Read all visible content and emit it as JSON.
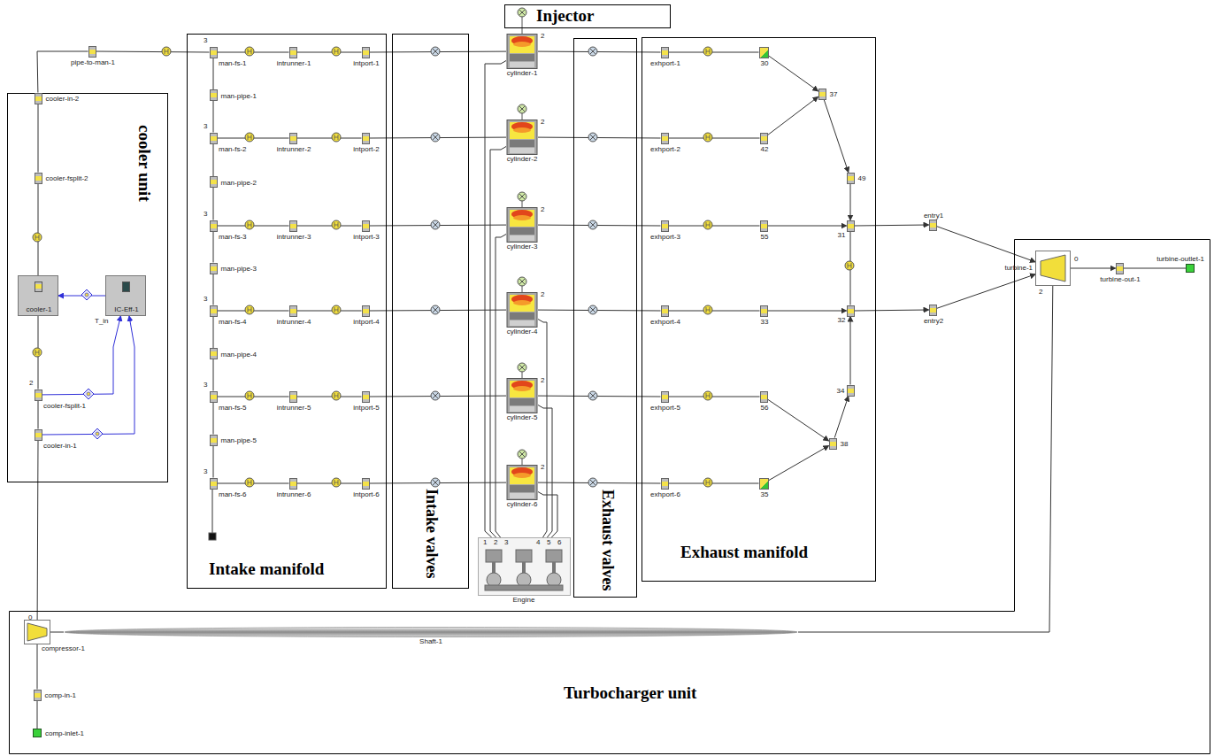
{
  "diagram": {
    "nodes": [
      {
        "text": [
          "cooler unit"
        ]
      },
      {
        "text": [
          "cooler-in-2"
        ],
        "in": 0
      },
      {
        "text": [
          "cooler-fsplit-2"
        ],
        "in": 0
      },
      {
        "text": [
          "cooler-1"
        ],
        "in": 0
      },
      {
        "text": [
          "IC-Eff-1"
        ],
        "in": 0
      },
      {
        "text": [
          "cooler-fsplit-1"
        ],
        "in": 0
      },
      {
        "text": [
          "cooler-in-1"
        ],
        "in": 0
      },
      {
        "text": [
          "pipe-to-man-1"
        ]
      },
      {
        "text": [
          "Intake manifold"
        ]
      },
      {
        "text": [
          "man-fs-1"
        ],
        "in": 8
      },
      {
        "text": [
          "intrunner-1"
        ],
        "in": 8
      },
      {
        "text": [
          "intport-1"
        ],
        "in": 8
      },
      {
        "text": [
          "man-pipe-1"
        ],
        "in": 8
      },
      {
        "text": [
          "man-fs-2"
        ],
        "in": 8
      },
      {
        "text": [
          "intrunner-2"
        ],
        "in": 8
      },
      {
        "text": [
          "intport-2"
        ],
        "in": 8
      },
      {
        "text": [
          "man-pipe-2"
        ],
        "in": 8
      },
      {
        "text": [
          "man-fs-3"
        ],
        "in": 8
      },
      {
        "text": [
          "intrunner-3"
        ],
        "in": 8
      },
      {
        "text": [
          "intport-3"
        ],
        "in": 8
      },
      {
        "text": [
          "man-pipe-3"
        ],
        "in": 8
      },
      {
        "text": [
          "man-fs-4"
        ],
        "in": 8
      },
      {
        "text": [
          "intrunner-4"
        ],
        "in": 8
      },
      {
        "text": [
          "intport-4"
        ],
        "in": 8
      },
      {
        "text": [
          "man-pipe-4"
        ],
        "in": 8
      },
      {
        "text": [
          "man-fs-5"
        ],
        "in": 8
      },
      {
        "text": [
          "intrunner-5"
        ],
        "in": 8
      },
      {
        "text": [
          "intport-5"
        ],
        "in": 8
      },
      {
        "text": [
          "man-pipe-5"
        ],
        "in": 8
      },
      {
        "text": [
          "man-fs-6"
        ],
        "in": 8
      },
      {
        "text": [
          "intrunner-6"
        ],
        "in": 8
      },
      {
        "text": [
          "intport-6"
        ],
        "in": 8
      },
      {
        "text": [
          "Intake valves"
        ]
      },
      {
        "text": [
          "Injector"
        ]
      },
      {
        "text": [
          "cylinder-1"
        ]
      },
      {
        "text": [
          "cylinder-2"
        ]
      },
      {
        "text": [
          "cylinder-3"
        ]
      },
      {
        "text": [
          "cylinder-4"
        ]
      },
      {
        "text": [
          "cylinder-5"
        ]
      },
      {
        "text": [
          "cylinder-6"
        ]
      },
      {
        "text": [
          "Exhaust valves"
        ]
      },
      {
        "text": [
          "Exhaust manifold"
        ]
      },
      {
        "text": [
          "exhport-1"
        ],
        "in": 41
      },
      {
        "text": [
          "exhport-2"
        ],
        "in": 41
      },
      {
        "text": [
          "exhport-3"
        ],
        "in": 41
      },
      {
        "text": [
          "exhport-4"
        ],
        "in": 41
      },
      {
        "text": [
          "exhport-5"
        ],
        "in": 41
      },
      {
        "text": [
          "exhport-6"
        ],
        "in": 41
      },
      {
        "text": [
          "30"
        ],
        "in": 41
      },
      {
        "text": [
          "42"
        ],
        "in": 41
      },
      {
        "text": [
          "55"
        ],
        "in": 41
      },
      {
        "text": [
          "33"
        ],
        "in": 41
      },
      {
        "text": [
          "56"
        ],
        "in": 41
      },
      {
        "text": [
          "35"
        ],
        "in": 41
      },
      {
        "text": [
          "37"
        ],
        "in": 41
      },
      {
        "text": [
          "49"
        ],
        "in": 41
      },
      {
        "text": [
          "31"
        ],
        "in": 41
      },
      {
        "text": [
          "32"
        ],
        "in": 41
      },
      {
        "text": [
          "34"
        ],
        "in": 41
      },
      {
        "text": [
          "38"
        ],
        "in": 41
      },
      {
        "text": [
          "entry1"
        ]
      },
      {
        "text": [
          "entry2"
        ]
      },
      {
        "text": [
          "Engine"
        ]
      },
      {
        "text": [
          "Turbocharger unit"
        ]
      },
      {
        "text": [
          "turbine-1"
        ],
        "in": 63
      },
      {
        "text": [
          "turbine-out-1"
        ],
        "in": 63
      },
      {
        "text": [
          "turbine-outlet-1"
        ],
        "in": 63
      },
      {
        "text": [
          "compressor-1"
        ],
        "in": 63
      },
      {
        "text": [
          "comp-in-1"
        ],
        "in": 63
      },
      {
        "text": [
          "comp-inlet-1"
        ],
        "in": 63
      },
      {
        "text": [
          "Shaft-1"
        ],
        "in": 63
      }
    ],
    "edges": [
      {
        "from": 69,
        "to": 68,
        "arrow": "none"
      },
      {
        "from": 68,
        "to": 67,
        "arrow": "none"
      },
      {
        "from": 67,
        "to": 6,
        "arrow": "none"
      },
      {
        "from": 6,
        "to": 5,
        "arrow": "none"
      },
      {
        "from": 5,
        "to": 3,
        "arrow": "none"
      },
      {
        "from": 3,
        "to": 2,
        "arrow": "none"
      },
      {
        "from": 2,
        "to": 1,
        "arrow": "none"
      },
      {
        "from": 1,
        "to": 7,
        "arrow": "none"
      },
      {
        "from": 7,
        "to": 9,
        "arrow": "none"
      },
      {
        "from": 9,
        "to": 12,
        "arrow": "none"
      },
      {
        "from": 12,
        "to": 13,
        "arrow": "none"
      },
      {
        "from": 13,
        "to": 16,
        "arrow": "none"
      },
      {
        "from": 16,
        "to": 17,
        "arrow": "none"
      },
      {
        "from": 17,
        "to": 20,
        "arrow": "none"
      },
      {
        "from": 20,
        "to": 21,
        "arrow": "none"
      },
      {
        "from": 21,
        "to": 24,
        "arrow": "none"
      },
      {
        "from": 24,
        "to": 25,
        "arrow": "none"
      },
      {
        "from": 25,
        "to": 28,
        "arrow": "none"
      },
      {
        "from": 28,
        "to": 29,
        "arrow": "none"
      },
      {
        "from": 9,
        "to": 10,
        "arrow": "none"
      },
      {
        "from": 10,
        "to": 11,
        "arrow": "none"
      },
      {
        "from": 11,
        "to": 34,
        "arrow": "none"
      },
      {
        "from": 34,
        "to": 42,
        "arrow": "none"
      },
      {
        "from": 13,
        "to": 14,
        "arrow": "none"
      },
      {
        "from": 14,
        "to": 15,
        "arrow": "none"
      },
      {
        "from": 15,
        "to": 35,
        "arrow": "none"
      },
      {
        "from": 35,
        "to": 43,
        "arrow": "none"
      },
      {
        "from": 17,
        "to": 18,
        "arrow": "none"
      },
      {
        "from": 18,
        "to": 19,
        "arrow": "none"
      },
      {
        "from": 19,
        "to": 36,
        "arrow": "none"
      },
      {
        "from": 36,
        "to": 44,
        "arrow": "none"
      },
      {
        "from": 21,
        "to": 22,
        "arrow": "none"
      },
      {
        "from": 22,
        "to": 23,
        "arrow": "none"
      },
      {
        "from": 23,
        "to": 37,
        "arrow": "none"
      },
      {
        "from": 37,
        "to": 45,
        "arrow": "none"
      },
      {
        "from": 25,
        "to": 26,
        "arrow": "none"
      },
      {
        "from": 26,
        "to": 27,
        "arrow": "none"
      },
      {
        "from": 27,
        "to": 38,
        "arrow": "none"
      },
      {
        "from": 38,
        "to": 46,
        "arrow": "none"
      },
      {
        "from": 29,
        "to": 30,
        "arrow": "none"
      },
      {
        "from": 30,
        "to": 31,
        "arrow": "none"
      },
      {
        "from": 31,
        "to": 39,
        "arrow": "none"
      },
      {
        "from": 39,
        "to": 47,
        "arrow": "none"
      },
      {
        "from": 42,
        "to": 48,
        "arrow": "none"
      },
      {
        "from": 43,
        "to": 49,
        "arrow": "none"
      },
      {
        "from": 44,
        "to": 50,
        "arrow": "none"
      },
      {
        "from": 45,
        "to": 51,
        "arrow": "none"
      },
      {
        "from": 46,
        "to": 52,
        "arrow": "none"
      },
      {
        "from": 47,
        "to": 53,
        "arrow": "none"
      },
      {
        "from": 48,
        "to": 54,
        "arrow": "to"
      },
      {
        "from": 49,
        "to": 54,
        "arrow": "to"
      },
      {
        "from": 54,
        "to": 55,
        "arrow": "to"
      },
      {
        "from": 55,
        "to": 56,
        "arrow": "to"
      },
      {
        "from": 50,
        "to": 56,
        "arrow": "to"
      },
      {
        "from": 56,
        "to": 60,
        "arrow": "to"
      },
      {
        "from": 60,
        "to": 64,
        "arrow": "to"
      },
      {
        "from": 56,
        "to": 57,
        "arrow": "none"
      },
      {
        "from": 51,
        "to": 57,
        "arrow": "to"
      },
      {
        "from": 57,
        "to": 61,
        "arrow": "to"
      },
      {
        "from": 61,
        "to": 64,
        "arrow": "to"
      },
      {
        "from": 52,
        "to": 59,
        "arrow": "to"
      },
      {
        "from": 53,
        "to": 59,
        "arrow": "to"
      },
      {
        "from": 59,
        "to": 58,
        "arrow": "to"
      },
      {
        "from": 58,
        "to": 57,
        "arrow": "to"
      },
      {
        "from": 64,
        "to": 65,
        "arrow": "to"
      },
      {
        "from": 65,
        "to": 66,
        "arrow": "none"
      },
      {
        "from": 67,
        "to": 70,
        "arrow": "none"
      },
      {
        "from": 70,
        "to": 64,
        "arrow": "none"
      },
      {
        "from": 34,
        "to": 62,
        "arrow": "none"
      },
      {
        "from": 35,
        "to": 62,
        "arrow": "none"
      },
      {
        "from": 36,
        "to": 62,
        "arrow": "none"
      },
      {
        "from": 37,
        "to": 62,
        "arrow": "none"
      },
      {
        "from": 38,
        "to": 62,
        "arrow": "none"
      },
      {
        "from": 39,
        "to": 62,
        "arrow": "none"
      },
      {
        "from": 5,
        "to": 4,
        "arrow": "to"
      },
      {
        "from": 6,
        "to": 4,
        "arrow": "to"
      },
      {
        "from": 4,
        "to": 3,
        "arrow": "to"
      }
    ],
    "labels": [
      "T_in",
      "3",
      "3",
      "3",
      "3",
      "3",
      "3",
      "2",
      "2",
      "2",
      "2",
      "2",
      "2",
      "1",
      "2",
      "3",
      "4",
      "5",
      "6",
      "2",
      "0",
      "0",
      "2"
    ]
  }
}
